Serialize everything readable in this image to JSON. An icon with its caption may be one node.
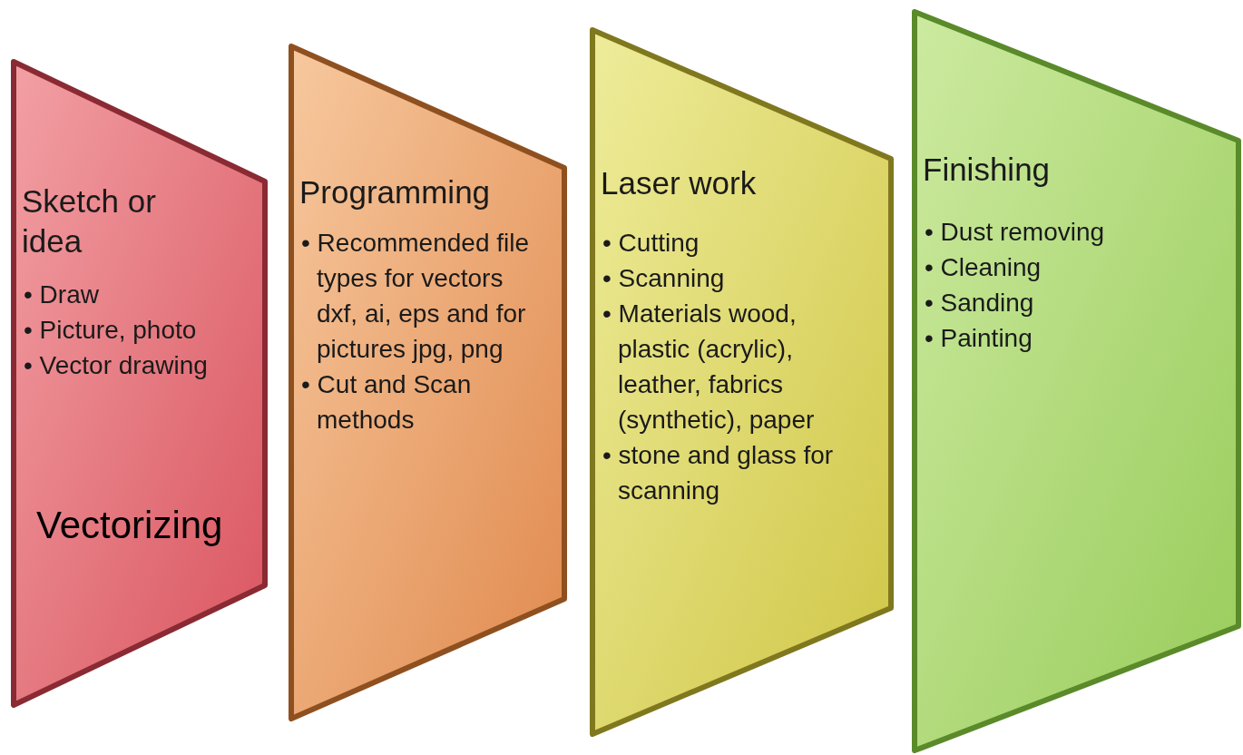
{
  "diagram": {
    "nodes": [
      {
        "text": [
          "Sketch or idea",
          "• Draw",
          "• Picture, photo",
          "• Vector drawing",
          "Vectorizing"
        ]
      },
      {
        "text": [
          "Programming",
          "• Recommended file types for vectors dxf, ai, eps and for pictures jpg, png",
          "• Cut and Scan methods"
        ]
      },
      {
        "text": [
          "Laser work",
          "• Cutting",
          "• Scanning",
          "• Materials wood, plastic (acrylic), leather, fabrics (synthetic), paper",
          "• stone and glass for scanning"
        ]
      },
      {
        "text": [
          "Finishing",
          "• Dust removing",
          "• Cleaning",
          "• Sanding",
          "• Painting"
        ]
      }
    ],
    "edges": []
  }
}
